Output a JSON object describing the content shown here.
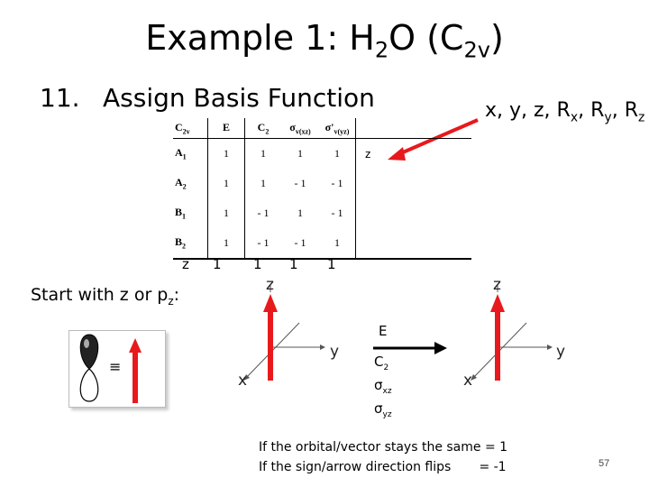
{
  "title": {
    "prefix": "Example 1: H",
    "sub1": "2",
    "mid": "O (C",
    "sub2": "2v",
    "suffix": ")"
  },
  "heading": {
    "number": "11.",
    "text": "Assign Basis Function"
  },
  "basis": {
    "t1": "x, y, z, R",
    "s1": "x",
    "t2": ", R",
    "s2": "y",
    "t3": ", R",
    "s3": "z"
  },
  "char_table": {
    "header": {
      "group": "C",
      "group_sub": "2v",
      "ops": [
        {
          "t": "E",
          "s": ""
        },
        {
          "t": "C",
          "s": "2"
        },
        {
          "t": "σ",
          "s": "v(xz)"
        },
        {
          "t": "σ'",
          "s": "v(yz)"
        }
      ]
    },
    "rows": [
      {
        "name": "A",
        "sub": "1",
        "chars": [
          "1",
          "1",
          "1",
          "1"
        ],
        "basis": "z"
      },
      {
        "name": "A",
        "sub": "2",
        "chars": [
          "1",
          "1",
          "- 1",
          "- 1"
        ],
        "basis": ""
      },
      {
        "name": "B",
        "sub": "1",
        "chars": [
          "1",
          "- 1",
          "1",
          "- 1"
        ],
        "basis": ""
      },
      {
        "name": "B",
        "sub": "2",
        "chars": [
          "1",
          "- 1",
          "- 1",
          "1"
        ],
        "basis": ""
      }
    ]
  },
  "z_row": {
    "label": "z",
    "values": [
      "1",
      "1",
      "1",
      "1"
    ]
  },
  "start": {
    "text": "Start with z or p",
    "sub": "z",
    "colon": ":"
  },
  "equiv_symbol": "≡",
  "axes": {
    "z": "z",
    "y": "y",
    "x": "x"
  },
  "operations": [
    {
      "t": "E",
      "s": ""
    },
    {
      "t": "C",
      "s": "2"
    },
    {
      "t": "σ",
      "s": "xz"
    },
    {
      "t": "σ",
      "s": "yz"
    }
  ],
  "rules": [
    "If the orbital/vector stays the same = 1",
    "If the sign/arrow direction flips       = -1"
  ],
  "page_number": "57",
  "colors": {
    "arrow": "#e8191c",
    "axis": "#555555"
  }
}
